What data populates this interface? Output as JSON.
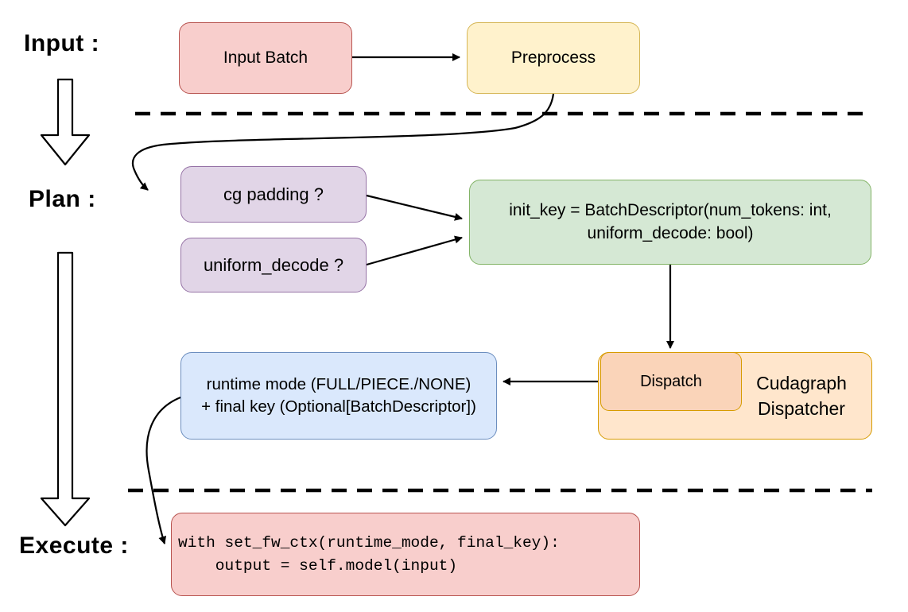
{
  "stage_labels": {
    "input": "Input :",
    "plan": "Plan :",
    "execute": "Execute :"
  },
  "nodes": {
    "input_batch": "Input Batch",
    "preprocess": "Preprocess",
    "cg_padding": "cg padding ?",
    "uniform_decode": "uniform_decode ?",
    "init_key_line1": "init_key = BatchDescriptor(num_tokens: int,",
    "init_key_line2": "uniform_decode: bool)",
    "dispatch": "Dispatch",
    "cudagraph_line1": "Cudagraph",
    "cudagraph_line2": "Dispatcher",
    "runtime_line1": "runtime mode (FULL/PIECE./NONE)",
    "runtime_line2": "+ final key (Optional[BatchDescriptor])",
    "execute_line1": "with set_fw_ctx(runtime_mode, final_key):",
    "execute_line2": "    output = self.model(input)"
  },
  "colors": {
    "red_fill": "#F8CECC",
    "red_stroke": "#B85450",
    "yellow_fill": "#FFF2CC",
    "yellow_stroke": "#D6B656",
    "purple_fill": "#E1D5E7",
    "purple_stroke": "#9673A6",
    "green_fill": "#D5E8D4",
    "green_stroke": "#82B366",
    "blue_fill": "#DAE8FC",
    "blue_stroke": "#6C8EBF",
    "orange_fill": "#FFE6CC",
    "orange_stroke": "#D79B00",
    "dispatch_fill": "#FAD4B9",
    "line_color": "#000000",
    "background": "#FFFFFF"
  }
}
